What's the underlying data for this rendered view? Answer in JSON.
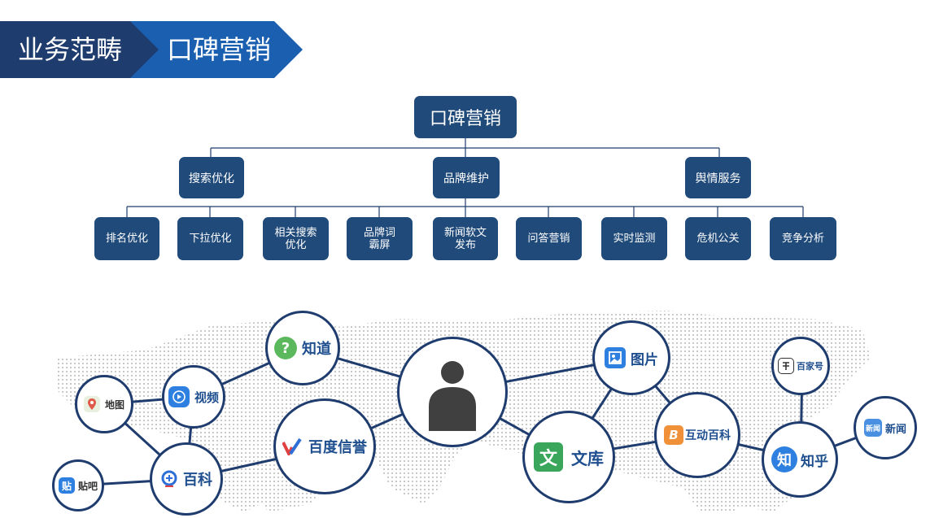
{
  "banner": {
    "section": "业务范畴",
    "title": "口碑营销"
  },
  "tree": {
    "root": "口碑营销",
    "level2": [
      "搜索优化",
      "品牌维护",
      "舆情服务"
    ],
    "level3": [
      "排名优化",
      "下拉优化",
      "相关搜索\n优化",
      "品牌词\n霸屏",
      "新闻软文\n发布",
      "问答营销",
      "实时监测",
      "危机公关",
      "竞争分析"
    ]
  },
  "colors": {
    "dark": "#1f3c6e",
    "box": "#1f4a7a",
    "accent": "#1a5fb0",
    "label": "#1f4f8f"
  },
  "network": {
    "center": "person-icon",
    "nodes": [
      {
        "id": "zhidao",
        "label": "知道",
        "icon": "baidu-zhidao-icon"
      },
      {
        "id": "shipin",
        "label": "视频",
        "icon": "baidu-video-icon"
      },
      {
        "id": "ditu",
        "label": "地图",
        "icon": "baidu-map-icon"
      },
      {
        "id": "baike",
        "label": "百科",
        "icon": "baidu-baike-icon"
      },
      {
        "id": "tieba",
        "label": "贴吧",
        "icon_text": "贴",
        "icon": "tieba-icon"
      },
      {
        "id": "xinyu",
        "label": "百度信誉",
        "icon": "baidu-credit-icon"
      },
      {
        "id": "tupian",
        "label": "图片",
        "icon": "image-icon"
      },
      {
        "id": "wenku",
        "label": "文库",
        "icon_text": "文",
        "icon": "wenku-icon"
      },
      {
        "id": "hudong",
        "label": "互动百科",
        "icon_text": "B",
        "icon": "hudong-baike-icon"
      },
      {
        "id": "baijiahao",
        "label": "百家号",
        "icon": "baijiahao-icon"
      },
      {
        "id": "zhihu",
        "label": "知乎",
        "icon_text": "知",
        "icon": "zhihu-icon"
      },
      {
        "id": "xinwen",
        "label": "新闻",
        "icon_text": "新闻",
        "icon": "news-icon"
      }
    ]
  }
}
